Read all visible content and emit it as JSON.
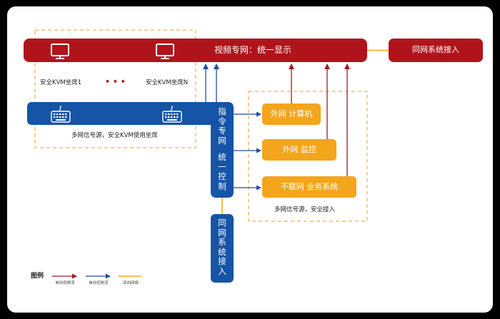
{
  "video_bus": {
    "label": "视频专网：统一显示"
  },
  "external_box": {
    "label": "同网系统接入"
  },
  "seat_left": {
    "label": "安全KVM坐席1"
  },
  "seat_right": {
    "label": "安全KVM坐席N"
  },
  "seat_dots": "• • •",
  "seat_note": "多网信号源，安全KVM使用坐席",
  "control_bus": {
    "label_chars": [
      "指",
      "令",
      "专",
      "网",
      "",
      "统",
      "一",
      "控",
      "制"
    ]
  },
  "bottom_access": {
    "label_chars": [
      "同",
      "网",
      "系",
      "统",
      "接",
      "入"
    ]
  },
  "sources": [
    {
      "label": "外网 计算机"
    },
    {
      "label": "外网 监控"
    },
    {
      "label": "不联网 业务系统"
    }
  ],
  "sources_note": "多网信号源，安全接入",
  "legend": {
    "title": "图例",
    "items": [
      {
        "label": "单向视频流",
        "color": "#9b1c24"
      },
      {
        "label": "单向控制流",
        "color": "#1f4fa0"
      },
      {
        "label": "双向网络",
        "color": "#f0a21e"
      }
    ]
  },
  "colors": {
    "red": "#b0141b",
    "blue": "#1554a6",
    "orange": "#f3a51c",
    "dash": "#f0a21e",
    "arrow_red": "#9b1c24",
    "arrow_blue": "#1f4fa0"
  },
  "icons": [
    "monitor-icon",
    "keyboard-icon"
  ]
}
